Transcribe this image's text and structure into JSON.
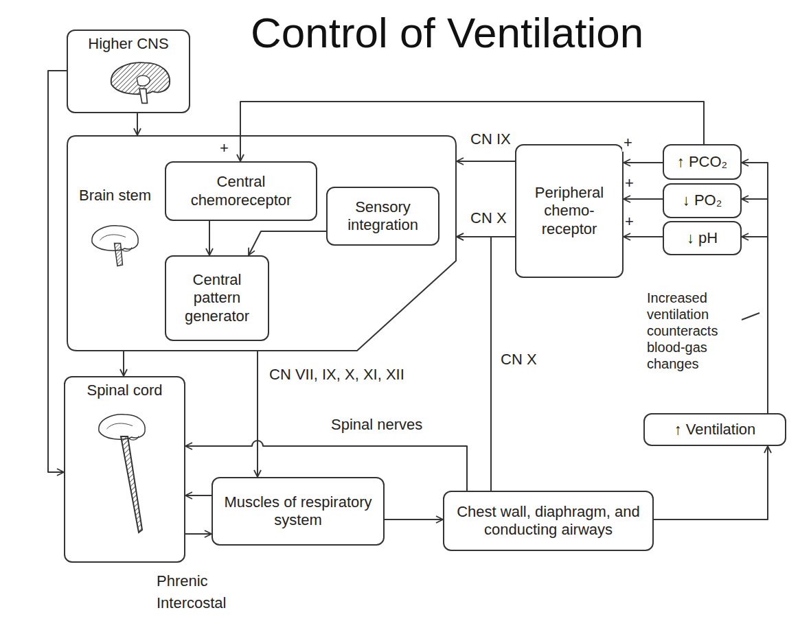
{
  "diagram": {
    "title": "Control of Ventilation",
    "nodes": [
      {
        "text": [
          "Higher CNS"
        ]
      },
      {
        "text": [
          "Brain stem"
        ]
      },
      {
        "text": [
          "Central chemoreceptor"
        ],
        "in": 1
      },
      {
        "text": [
          "Sensory integration"
        ],
        "in": 1
      },
      {
        "text": [
          "Central pattern generator"
        ],
        "in": 1
      },
      {
        "text": [
          "Peripheral chemo- receptor"
        ]
      },
      {
        "text": [
          "↑ PCO₂"
        ]
      },
      {
        "text": [
          "↓ PO₂"
        ]
      },
      {
        "text": [
          "↓ pH"
        ]
      },
      {
        "text": [
          "Spinal cord"
        ]
      },
      {
        "text": [
          "Muscles of respiratory system"
        ]
      },
      {
        "text": [
          "Chest wall, diaphragm, and conducting airways"
        ]
      },
      {
        "text": [
          "↑ Ventilation"
        ]
      }
    ],
    "edges": [
      {
        "from": 0,
        "to": 1,
        "arrow": "to"
      },
      {
        "from": 0,
        "to": 9,
        "arrow": "to"
      },
      {
        "from": 6,
        "to": 2,
        "arrow": "to"
      },
      {
        "from": 6,
        "to": 5,
        "arrow": "to"
      },
      {
        "from": 7,
        "to": 5,
        "arrow": "to"
      },
      {
        "from": 8,
        "to": 5,
        "arrow": "to"
      },
      {
        "from": 5,
        "to": 1,
        "label": "CN IX",
        "arrow": "to"
      },
      {
        "from": 5,
        "to": 1,
        "label": "CN X",
        "arrow": "to"
      },
      {
        "from": 2,
        "to": 4,
        "arrow": "to"
      },
      {
        "from": 3,
        "to": 4,
        "arrow": "to"
      },
      {
        "from": 1,
        "to": 9,
        "arrow": "to"
      },
      {
        "from": 1,
        "to": 10,
        "label": "CN VII, IX, X, XI, XII",
        "arrow": "to"
      },
      {
        "from": 10,
        "to": 9,
        "arrow": "to"
      },
      {
        "from": 9,
        "to": 10,
        "arrow": "to"
      },
      {
        "from": 10,
        "to": 11,
        "arrow": "to"
      },
      {
        "from": 11,
        "to": 9,
        "label": "Spinal nerves",
        "arrow": "to"
      },
      {
        "from": 11,
        "to": 1,
        "label": "CN X",
        "arrow": "to"
      },
      {
        "from": 11,
        "to": 12,
        "arrow": "to"
      },
      {
        "from": 12,
        "to": 6,
        "arrow": "to"
      },
      {
        "from": 12,
        "to": 7,
        "arrow": "to"
      },
      {
        "from": 12,
        "to": 8,
        "arrow": "to"
      }
    ],
    "labels": [
      "+",
      "+",
      "+",
      "+",
      "Increased ventilation counteracts blood-gas changes",
      "Phrenic",
      "Intercostal"
    ]
  }
}
